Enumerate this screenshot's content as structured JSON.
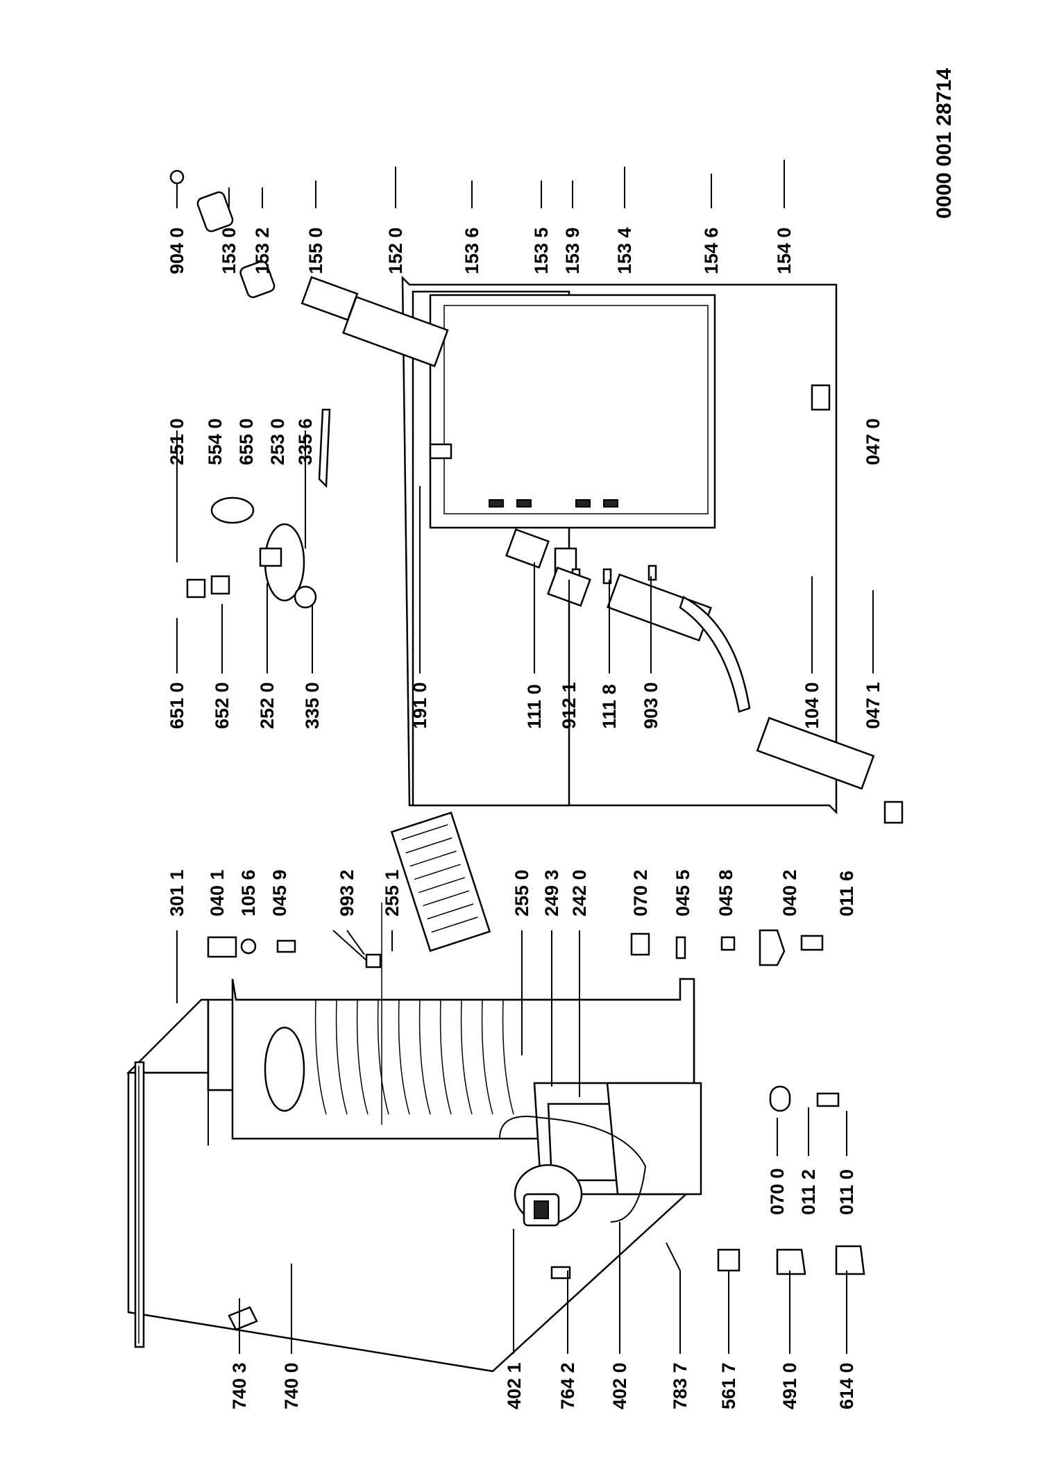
{
  "document_code": "0000 001 28714",
  "labels": [
    "740 3",
    "740 0",
    "402 1",
    "764 2",
    "402 0",
    "783 7",
    "561 7",
    "491 0",
    "614 0",
    "070 0",
    "011 2",
    "011 0",
    "301 1",
    "040 1",
    "105 6",
    "045 9",
    "993 2",
    "255 1",
    "255 0",
    "249 3",
    "242 0",
    "070 2",
    "045 5",
    "045 8",
    "040 2",
    "011 6",
    "651 0",
    "652 0",
    "252 0",
    "335 0",
    "191 0",
    "111 0",
    "912 1",
    "111 8",
    "903 0",
    "104 0",
    "047 1",
    "251 0",
    "554 0",
    "655 0",
    "253 0",
    "335 6",
    "047 0",
    "904 0",
    "153 0",
    "153 2",
    "155 0",
    "152 0",
    "153 6",
    "153 5",
    "153 9",
    "153 4",
    "154 6",
    "154 0"
  ]
}
